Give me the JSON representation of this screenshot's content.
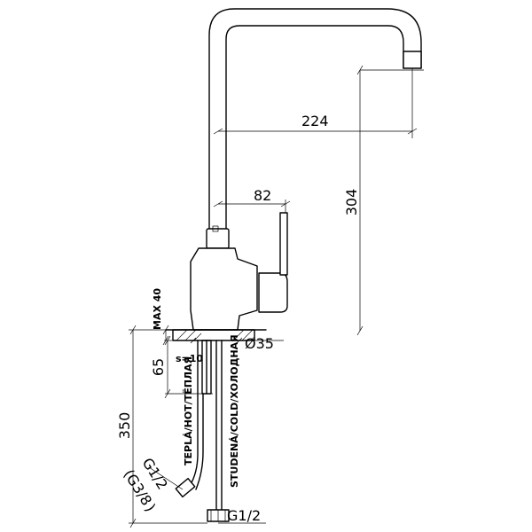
{
  "dimensions": {
    "spout_reach": "224",
    "total_height": "304",
    "lever_offset": "82",
    "max_deck": "MAX 40",
    "base_diameter": "Ø35",
    "thread_length": "65",
    "wall": "s=10",
    "hose_length": "350",
    "hose_thread": "G1/2",
    "hose_thread_alt_open": "(",
    "hose_thread_alt": "G3/8",
    "hose_thread_alt_close": ")",
    "bottom_thread": "G1/2"
  },
  "labels": {
    "hot_hose": "TEPLÁ/HOT/ТЁПЛАЯ",
    "cold_hose": "STUDENÁ/COLD/ХОЛОДНАЯ"
  }
}
